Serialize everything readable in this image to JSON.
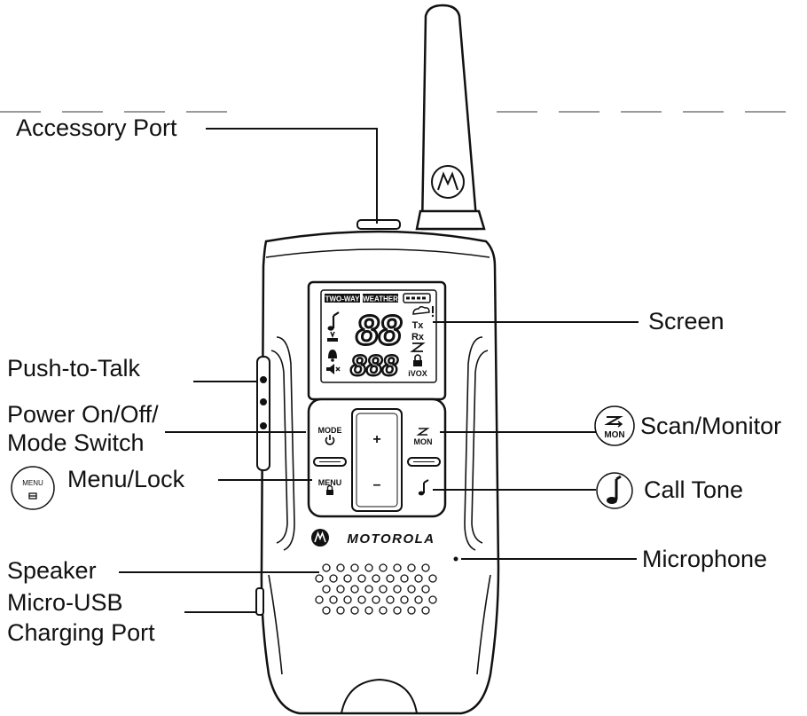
{
  "labels": {
    "accessory_port": "Accessory Port",
    "screen": "Screen",
    "push_to_talk": "Push-to-Talk",
    "power_line1": "Power On/Off/",
    "power_line2": "Mode Switch",
    "menu_lock": "Menu/Lock",
    "scan_monitor": "Scan/Monitor",
    "call_tone": "Call Tone",
    "speaker": "Speaker",
    "microphone": "Microphone",
    "usb_line1": "Micro-USB",
    "usb_line2": "Charging Port"
  },
  "device": {
    "brand": "MOTOROLA",
    "lcd": {
      "two_way": "TWO-WAY",
      "weather": "WEATHER",
      "channel_digits": "88",
      "code_digits": "888",
      "tx": "Tx",
      "rx": "Rx",
      "vox": "iVOX"
    },
    "buttons": {
      "mode": "MODE",
      "mon": "MON",
      "menu": "MENU",
      "plus": "+",
      "minus": "–"
    }
  },
  "icons": {
    "menu_icon_text": "MENU",
    "scan_icon_text": "MON"
  },
  "colors": {
    "line": "#111111",
    "dashed": "#9a9a9a",
    "background": "#ffffff"
  }
}
